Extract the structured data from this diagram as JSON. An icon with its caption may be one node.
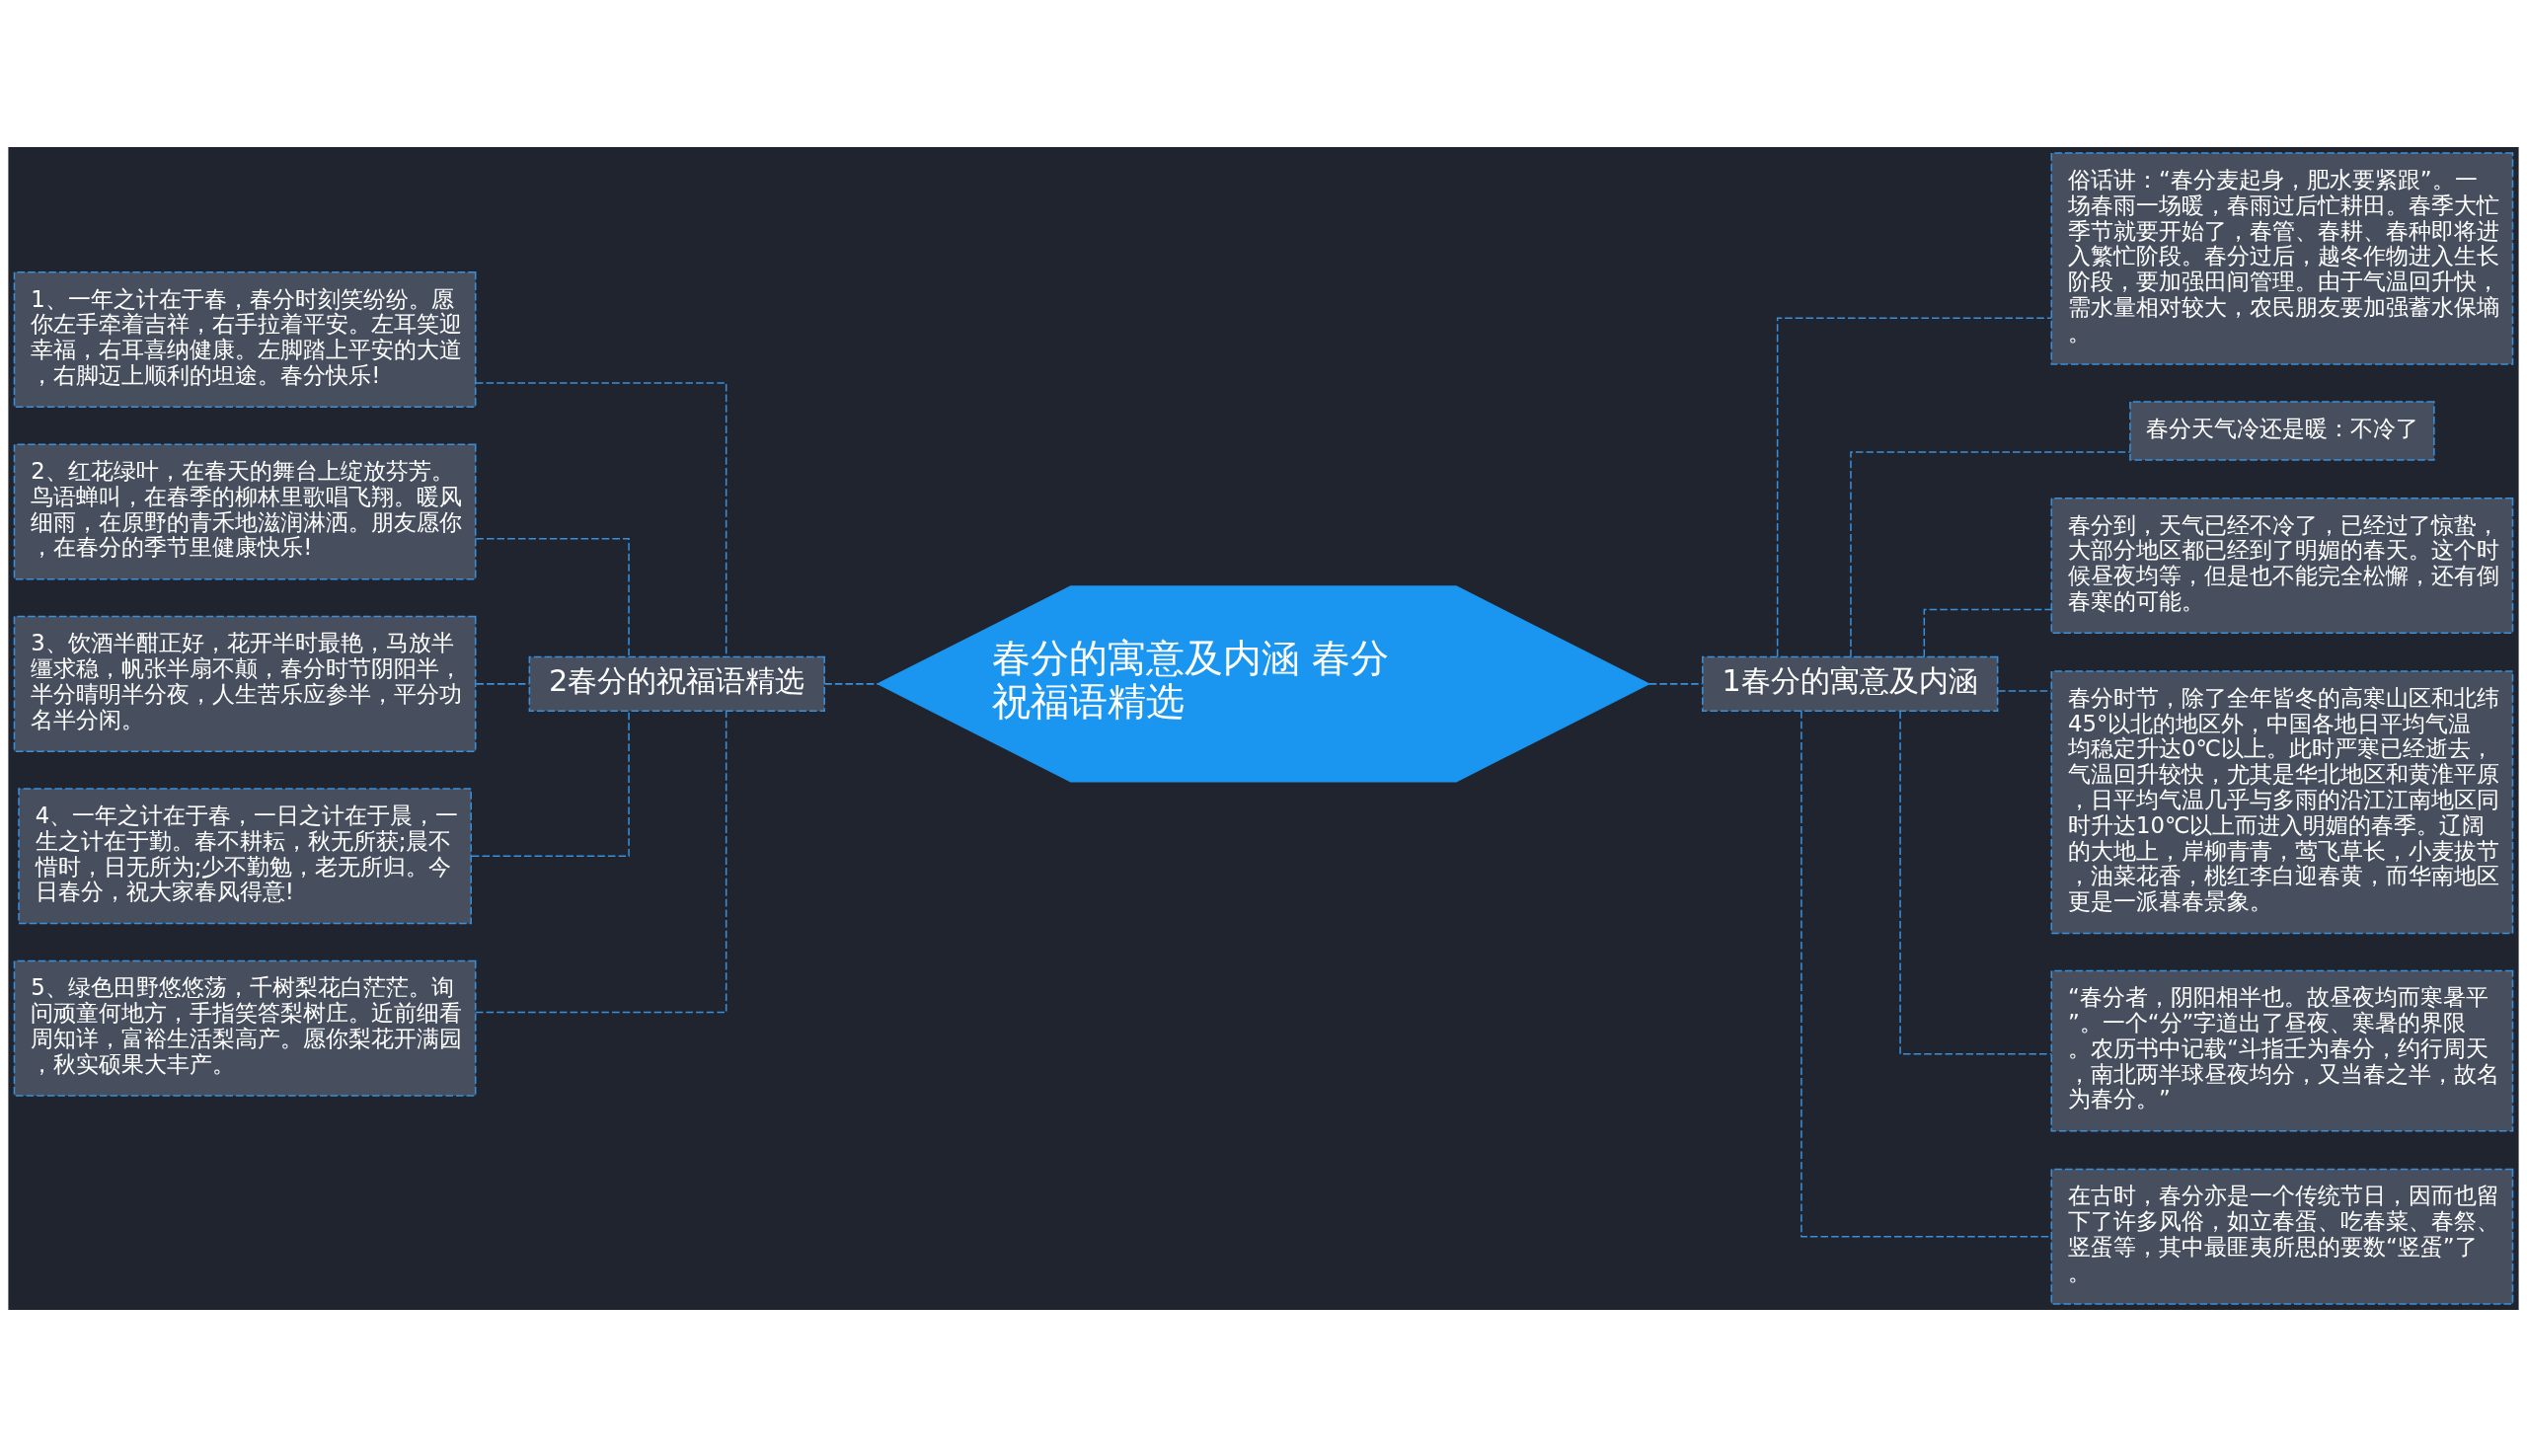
{
  "diagram": {
    "nodes": [
      {
        "text": [
          "春分的寓意及内涵 春分祝福语精选"
        ]
      },
      {
        "text": [
          "1春分的寓意及内涵"
        ]
      },
      {
        "text": [
          "俗话讲：“春分麦起身，肥水要紧跟”。一场春雨一场暖，春雨过后忙耕田。春季大忙季节就要开始了，春管、春耕、春种即将进入繁忙阶段。春分过后，越冬作物进入生长阶段，要加强田间管理。由于气温回升快，需水量相对较大，农民朋友要加强蓄水保墒。"
        ]
      },
      {
        "text": [
          "春分天气冷还是暖：不冷了"
        ]
      },
      {
        "text": [
          "春分到，天气已经不冷了，已经过了惊蛰，大部分地区都已经到了明媚的春天。这个时候昼夜均等，但是也不能完全松懈，还有倒春寒的可能。"
        ]
      },
      {
        "text": [
          "春分时节，除了全年皆冬的高寒山区和北纬45°以北的地区外，中国各地日平均气温均稳定升达0℃以上。此时严寒已经逝去，气温回升较快，尤其是华北地区和黄淮平原，日平均气温几乎与多雨的沿江江南地区同时升达10℃以上而进入明媚的春季。辽阔的大地上，岸柳青青，莺飞草长，小麦拔节，油菜花香，桃红李白迎春黄，而华南地区更是一派暮春景象。"
        ]
      },
      {
        "text": [
          "“春分者，阴阳相半也。故昼夜均而寒暑平”。一个“分”字道出了昼夜、寒暑的界限。农历书中记载“斗指壬为春分，约行周天，南北两半球昼夜均分，又当春之半，故名为春分。”"
        ]
      },
      {
        "text": [
          "在古时，春分亦是一个传统节日，因而也留下了许多风俗，如立春蛋、吃春菜、春祭、竖蛋等，其中最匪夷所思的要数“竖蛋”了。"
        ]
      },
      {
        "text": [
          "2春分的祝福语精选"
        ]
      },
      {
        "text": [
          "1、一年之计在于春，春分时刻笑纷纷。愿你左手牵着吉祥，右手拉着平安。左耳笑迎幸福，右耳喜纳健康。左脚踏上平安的大道，右脚迈上顺利的坦途。春分快乐!"
        ]
      },
      {
        "text": [
          "2、红花绿叶，在春天的舞台上绽放芬芳。鸟语蝉叫，在春季的柳林里歌唱飞翔。暖风细雨，在原野的青禾地滋润淋洒。朋友愿你，在春分的季节里健康快乐!"
        ]
      },
      {
        "text": [
          "3、饮酒半酣正好，花开半时最艳，马放半缰求稳，帆张半扇不颠，春分时节阴阳半，半分晴明半分夜，人生苦乐应参半，平分功名半分闲。"
        ]
      },
      {
        "text": [
          "4、一年之计在于春，一日之计在于晨，一生之计在于勤。春不耕耘，秋无所获;晨不惜时，日无所为;少不勤勉，老无所归。今日春分，祝大家春风得意!"
        ]
      },
      {
        "text": [
          "5、绿色田野悠悠荡，千树梨花白茫茫。询问顽童何地方，手指笑答梨树庄。近前细看周知详，富裕生活梨高产。愿你梨花开满园，秋实硕果大丰产。"
        ]
      }
    ],
    "edges": [
      {
        "from": 0,
        "to": 1,
        "arrow": "none",
        "style": "dashed"
      },
      {
        "from": 1,
        "to": 2,
        "arrow": "none",
        "style": "dashed"
      },
      {
        "from": 1,
        "to": 3,
        "arrow": "none",
        "style": "dashed"
      },
      {
        "from": 1,
        "to": 4,
        "arrow": "none",
        "style": "dashed"
      },
      {
        "from": 1,
        "to": 5,
        "arrow": "none",
        "style": "dashed"
      },
      {
        "from": 1,
        "to": 6,
        "arrow": "none",
        "style": "dashed"
      },
      {
        "from": 1,
        "to": 7,
        "arrow": "none",
        "style": "dashed"
      },
      {
        "from": 8,
        "to": 0,
        "arrow": "none",
        "style": "dashed"
      },
      {
        "from": 9,
        "to": 8,
        "arrow": "none",
        "style": "dashed"
      },
      {
        "from": 10,
        "to": 8,
        "arrow": "none",
        "style": "dashed"
      },
      {
        "from": 11,
        "to": 8,
        "arrow": "none",
        "style": "dashed"
      },
      {
        "from": 12,
        "to": 8,
        "arrow": "none",
        "style": "dashed"
      },
      {
        "from": 13,
        "to": 8,
        "arrow": "none",
        "style": "dashed"
      }
    ]
  }
}
